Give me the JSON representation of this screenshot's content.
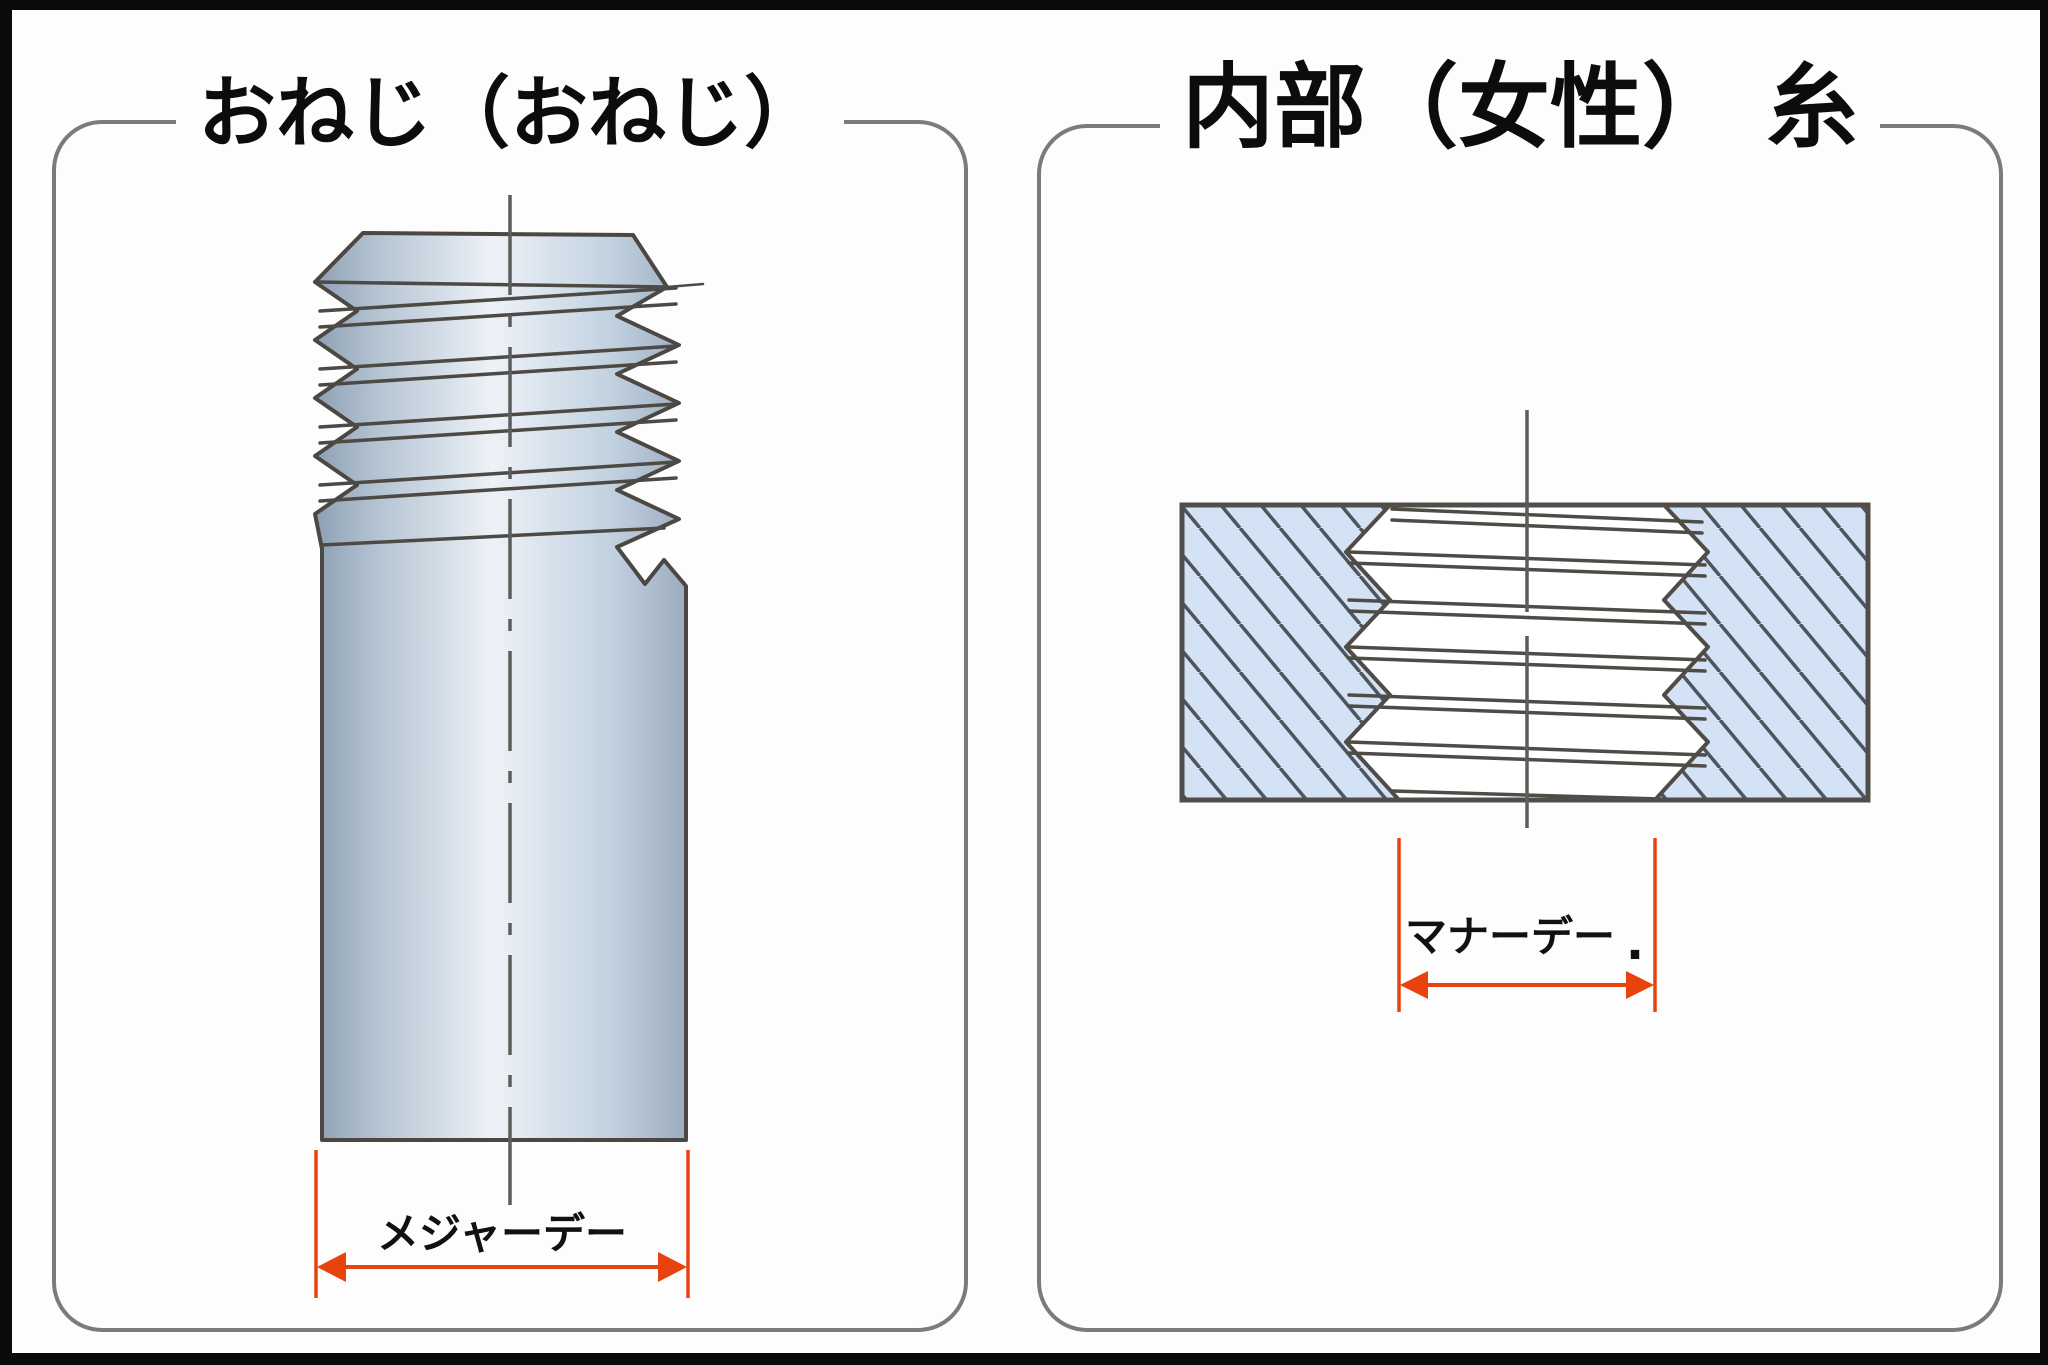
{
  "titles": {
    "external": "おねじ（おねじ）",
    "internal": "内部（女性） 糸"
  },
  "labels": {
    "major_diameter": "メジャーデー",
    "minor_diameter": "マナーデー",
    "minor_diameter_suffix": "."
  },
  "colors": {
    "accent_red": "#e8430f",
    "panel_border_gray": "#7b7b7b",
    "outline_dark": "#4b4844",
    "centerline_gray": "#5c5c5a",
    "steel_dark": "#8da0b3",
    "steel_light": "#edf2f7",
    "hatch_fill_blue": "#d3e3f5",
    "hatch_line": "#4e555e",
    "frame_black": "#0a0a0a",
    "title_text": "#0c0c0c"
  }
}
